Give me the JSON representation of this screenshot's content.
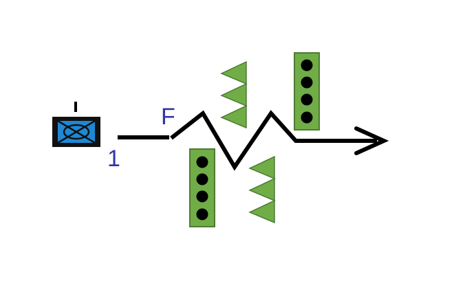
{
  "labels": {
    "start": "1",
    "flow": "F"
  },
  "colors": {
    "line": "#000000",
    "label": "#3333aa",
    "box_fill": "#1e88d4",
    "box_border": "#111111",
    "green_fill": "#70ad47",
    "green_stroke": "#4e7a32",
    "dot": "#000000"
  },
  "icons": {
    "source": "crossed-box-icon",
    "arrow": "arrow-head-icon",
    "dot_panel": "dot-panel-icon",
    "triangle_stack": "triangle-stack-icon"
  },
  "panels": [
    {
      "dots": 4
    },
    {
      "dots": 4
    }
  ],
  "triangle_stacks": [
    {
      "teeth": 3
    },
    {
      "teeth": 3
    }
  ]
}
